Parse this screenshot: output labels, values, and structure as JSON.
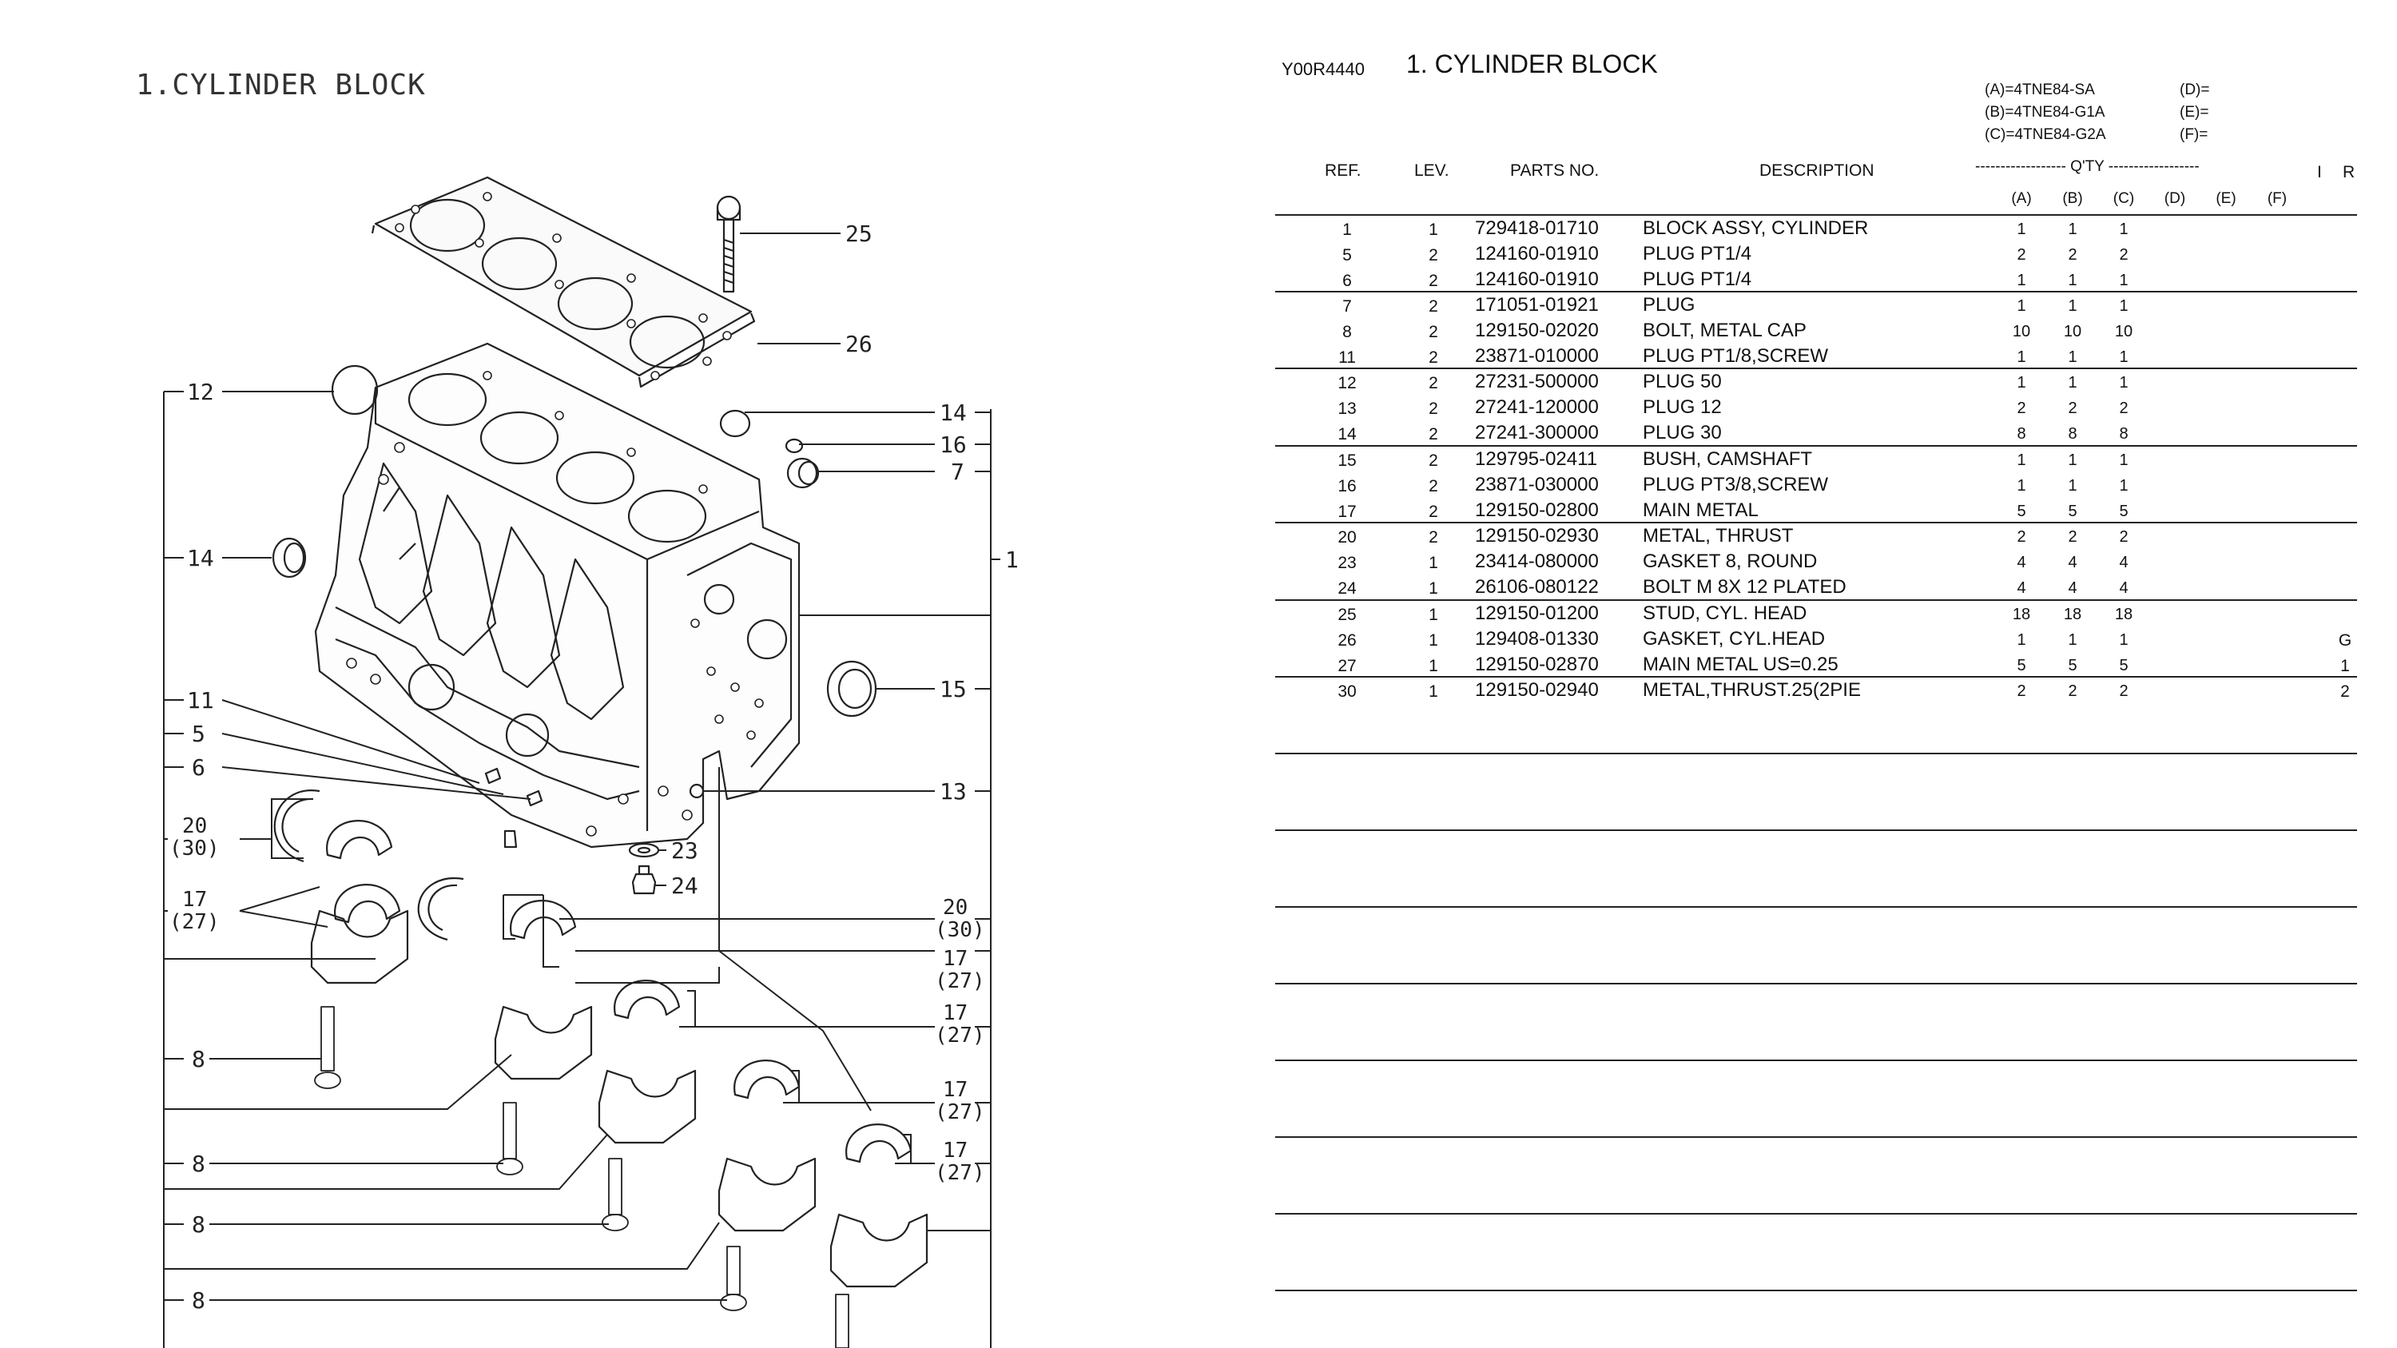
{
  "diagram": {
    "title": "1.CYLINDER BLOCK",
    "callouts": [
      "25",
      "26",
      "12",
      "14",
      "16",
      "7",
      "1",
      "14",
      "15",
      "11",
      "5",
      "6",
      "20",
      "(30)",
      "17",
      "(27)",
      "13",
      "23",
      "24",
      "20",
      "(30)",
      "17",
      "(27)",
      "17",
      "(27)",
      "17",
      "(27)",
      "17",
      "(27)",
      "8",
      "8",
      "8",
      "8"
    ]
  },
  "sheet": {
    "code": "Y00R4440",
    "title": "1.  CYLINDER BLOCK",
    "models": [
      "(A)=4TNE84-SA",
      "(B)=4TNE84-G1A",
      "(C)=4TNE84-G2A",
      "(D)=",
      "(E)=",
      "(F)="
    ],
    "headers": {
      "ref": "REF.",
      "lev": "LEV.",
      "parts_no": "PARTS NO.",
      "description": "DESCRIPTION",
      "qty": "------------------ Q'TY ------------------",
      "i": "I",
      "r": "R"
    },
    "qty_columns": [
      "(A)",
      "(B)",
      "(C)",
      "(D)",
      "(E)",
      "(F)"
    ],
    "rows": [
      {
        "ref": "1",
        "lev": "1",
        "part": "729418-01710",
        "desc": "BLOCK ASSY, CYLINDER",
        "a": "1",
        "b": "1",
        "c": "1",
        "r": ""
      },
      {
        "ref": "5",
        "lev": "2",
        "part": "124160-01910",
        "desc": "PLUG PT1/4",
        "a": "2",
        "b": "2",
        "c": "2",
        "r": ""
      },
      {
        "ref": "6",
        "lev": "2",
        "part": "124160-01910",
        "desc": "PLUG PT1/4",
        "a": "1",
        "b": "1",
        "c": "1",
        "r": ""
      },
      {
        "ref": "7",
        "lev": "2",
        "part": "171051-01921",
        "desc": "PLUG",
        "a": "1",
        "b": "1",
        "c": "1",
        "r": ""
      },
      {
        "ref": "8",
        "lev": "2",
        "part": "129150-02020",
        "desc": "BOLT, METAL CAP",
        "a": "10",
        "b": "10",
        "c": "10",
        "r": ""
      },
      {
        "ref": "11",
        "lev": "2",
        "part": "23871-010000",
        "desc": "PLUG PT1/8,SCREW",
        "a": "1",
        "b": "1",
        "c": "1",
        "r": ""
      },
      {
        "ref": "12",
        "lev": "2",
        "part": "27231-500000",
        "desc": "PLUG 50",
        "a": "1",
        "b": "1",
        "c": "1",
        "r": ""
      },
      {
        "ref": "13",
        "lev": "2",
        "part": "27241-120000",
        "desc": "PLUG 12",
        "a": "2",
        "b": "2",
        "c": "2",
        "r": ""
      },
      {
        "ref": "14",
        "lev": "2",
        "part": "27241-300000",
        "desc": "PLUG 30",
        "a": "8",
        "b": "8",
        "c": "8",
        "r": ""
      },
      {
        "ref": "15",
        "lev": "2",
        "part": "129795-02411",
        "desc": "BUSH, CAMSHAFT",
        "a": "1",
        "b": "1",
        "c": "1",
        "r": ""
      },
      {
        "ref": "16",
        "lev": "2",
        "part": "23871-030000",
        "desc": "PLUG PT3/8,SCREW",
        "a": "1",
        "b": "1",
        "c": "1",
        "r": ""
      },
      {
        "ref": "17",
        "lev": "2",
        "part": "129150-02800",
        "desc": "MAIN METAL",
        "a": "5",
        "b": "5",
        "c": "5",
        "r": ""
      },
      {
        "ref": "20",
        "lev": "2",
        "part": "129150-02930",
        "desc": "METAL, THRUST",
        "a": "2",
        "b": "2",
        "c": "2",
        "r": ""
      },
      {
        "ref": "23",
        "lev": "1",
        "part": "23414-080000",
        "desc": "GASKET 8, ROUND",
        "a": "4",
        "b": "4",
        "c": "4",
        "r": ""
      },
      {
        "ref": "24",
        "lev": "1",
        "part": "26106-080122",
        "desc": "BOLT M 8X 12 PLATED",
        "a": "4",
        "b": "4",
        "c": "4",
        "r": ""
      },
      {
        "ref": "25",
        "lev": "1",
        "part": "129150-01200",
        "desc": "STUD, CYL. HEAD",
        "a": "18",
        "b": "18",
        "c": "18",
        "r": ""
      },
      {
        "ref": "26",
        "lev": "1",
        "part": "129408-01330",
        "desc": "GASKET, CYL.HEAD",
        "a": "1",
        "b": "1",
        "c": "1",
        "r": "G"
      },
      {
        "ref": "27",
        "lev": "1",
        "part": "129150-02870",
        "desc": "MAIN METAL US=0.25",
        "a": "5",
        "b": "5",
        "c": "5",
        "r": "1"
      },
      {
        "ref": "30",
        "lev": "1",
        "part": "129150-02940",
        "desc": "METAL,THRUST.25(2PIE",
        "a": "2",
        "b": "2",
        "c": "2",
        "r": "2"
      }
    ]
  }
}
